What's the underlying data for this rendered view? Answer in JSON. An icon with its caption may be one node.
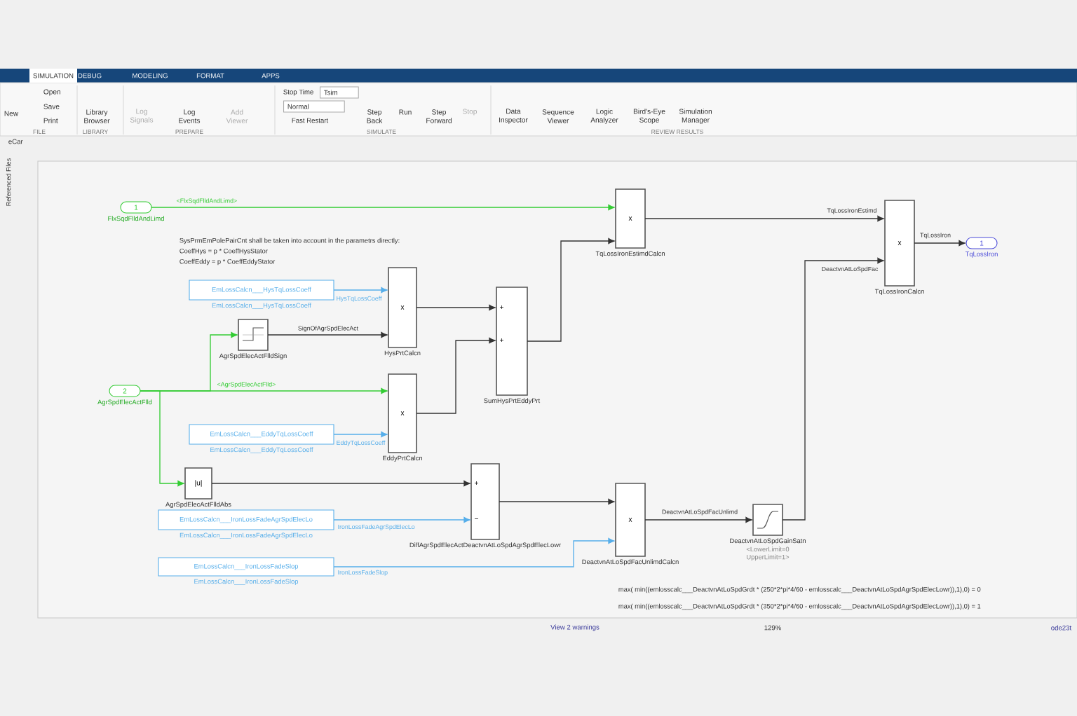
{
  "diagram": {
    "nodes": [
      {
        "text": [
          "1"
        ],
        "beside": [
          "FlxSqdFlldAndLimd"
        ]
      },
      {
        "text": [
          "2"
        ],
        "beside": [
          "AgrSpdElecActFlld"
        ]
      },
      {
        "text": [
          "EmLossCalcn___HysTqLossCoeff"
        ],
        "beside": [
          "EmLossCalcn___HysTqLossCoeff"
        ]
      },
      {
        "text": [],
        "shape": "box",
        "beside": [
          "AgrSpdElecActFlldSign"
        ]
      },
      {
        "text": [
          "x"
        ],
        "beside": [
          "HysPrtCalcn"
        ]
      },
      {
        "text": [
          "x"
        ],
        "beside": [
          "EddyPrtCalcn"
        ]
      },
      {
        "text": [
          "EmLossCalcn___EddyTqLossCoeff"
        ],
        "beside": [
          "EmLossCalcn___EddyTqLossCoeff"
        ]
      },
      {
        "text": [
          "+",
          "+"
        ],
        "beside": [
          "SumHysPrtEddyPrt"
        ]
      },
      {
        "text": [
          "x"
        ],
        "beside": [
          "TqLossIronEstimdCalcn"
        ]
      },
      {
        "text": [
          "x"
        ],
        "beside": [
          "TqLossIronCalcn"
        ]
      },
      {
        "text": [
          "1"
        ],
        "beside": [
          "TqLossIron"
        ]
      },
      {
        "text": [
          "|u|"
        ],
        "beside": [
          "AgrSpdElecActFlldAbs"
        ]
      },
      {
        "text": [
          "EmLossCalcn___IronLossFadeAgrSpdElecLo"
        ],
        "beside": [
          "EmLossCalcn___IronLossFadeAgrSpdElecLo"
        ]
      },
      {
        "text": [
          "+",
          "−"
        ],
        "beside": [
          "DiffAgrSpdElecActDeactvnAtLoSpdAgrSpdElecLowr"
        ]
      },
      {
        "text": [
          "x"
        ],
        "beside": [
          "DeactvnAtLoSpdFacUnlimdCalcn"
        ]
      },
      {
        "text": [
          "EmLossCalcn___IronLossFadeSlop"
        ],
        "beside": [
          "EmLossCalcn___IronLossFadeSlop"
        ]
      },
      {
        "text": [],
        "shape": "box",
        "beside": [
          "DeactvnAtLoSpdGainSatn",
          "<LowerLimit=0 UpperLimit=1>"
        ]
      }
    ],
    "edges": [
      {
        "from": 0,
        "to": 8,
        "arrow": "to",
        "label": "<FlxSqdFlldAndLimd>",
        "color": "#33cc33"
      },
      {
        "from": 1,
        "to": 5,
        "arrow": "to",
        "label": "<AgrSpdElecActFlld>",
        "color": "#33cc33"
      },
      {
        "from": 1,
        "to": 3,
        "arrow": "to",
        "color": "#33cc33"
      },
      {
        "from": 1,
        "to": 11,
        "arrow": "to",
        "color": "#33cc33"
      },
      {
        "from": 2,
        "to": 4,
        "arrow": "to",
        "label": "HysTqLossCoeff",
        "color": "#56aeea"
      },
      {
        "from": 3,
        "to": 4,
        "arrow": "to",
        "label": "SignOfAgrSpdElecAct"
      },
      {
        "from": 6,
        "to": 5,
        "arrow": "to",
        "label": "EddyTqLossCoeff",
        "color": "#56aeea"
      },
      {
        "from": 4,
        "to": 7,
        "arrow": "to"
      },
      {
        "from": 5,
        "to": 7,
        "arrow": "to"
      },
      {
        "from": 7,
        "to": 8,
        "arrow": "to"
      },
      {
        "from": 8,
        "to": 9,
        "arrow": "to",
        "label": "TqLossIronEstimd"
      },
      {
        "from": 9,
        "to": 10,
        "arrow": "to",
        "label": "TqLossIron"
      },
      {
        "from": 11,
        "to": 13,
        "arrow": "to"
      },
      {
        "from": 12,
        "to": 13,
        "arrow": "to",
        "label": "IronLossFadeAgrSpdElecLo",
        "color": "#56aeea"
      },
      {
        "from": 13,
        "to": 14,
        "arrow": "to"
      },
      {
        "from": 15,
        "to": 14,
        "arrow": "to",
        "label": "IronLossFadeSlop",
        "color": "#56aeea"
      },
      {
        "from": 14,
        "to": 16,
        "arrow": "to",
        "label": "DeactvnAtLoSpdFacUnlimd"
      },
      {
        "from": 16,
        "to": 9,
        "arrow": "to",
        "label": "DeactvnAtLoSpdFac"
      }
    ],
    "labels": [
      "SIMULATION",
      "DEBUG",
      "MODELING",
      "FORMAT",
      "APPS",
      "New",
      "Open",
      "Save",
      "Print",
      "FILE",
      "Library Browser",
      "LIBRARY",
      "Log Signals",
      "Log Events",
      "Add Viewer",
      "PREPARE",
      "Stop Time",
      "Tsim",
      "Normal",
      "Fast Restart",
      "Step Back",
      "Run",
      "Step Forward",
      "Stop",
      "SIMULATE",
      "Data Inspector",
      "Sequence Viewer",
      "Logic Analyzer",
      "Bird's-Eye Scope",
      "Simulation Manager",
      "REVIEW RESULTS",
      "eCar",
      "Referenced Files",
      "SysPrmEmPolePairCnt shall be taken into account in the parametrs directly:",
      "CoeffHys = p * CoeffHysStator",
      "CoeffEddy = p * CoeffEddyStator",
      "max( min((emlosscalc___DeactvnAtLoSpdGrdt * (250*2*pi*4/60 - emlosscalc___DeactvnAtLoSpdAgrSpdElecLowr)),1),0) = 0",
      "max( min((emlosscalc___DeactvnAtLoSpdGrdt * (350*2*pi*4/60 - emlosscalc___DeactvnAtLoSpdAgrSpdElecLowr)),1),0) = 1",
      "View 2 warnings",
      "129%",
      "ode23t"
    ]
  }
}
